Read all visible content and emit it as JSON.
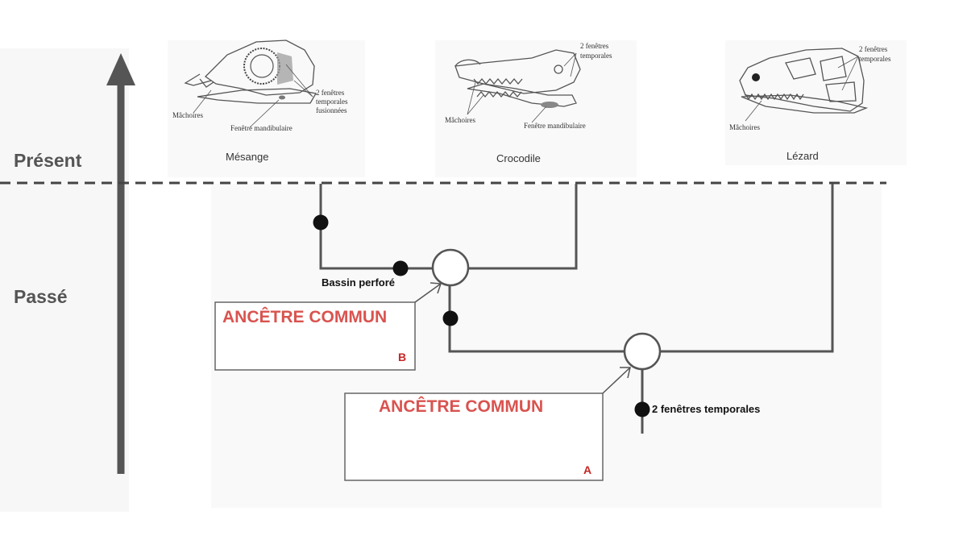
{
  "time_axis": {
    "present_label": "Présent",
    "past_label": "Passé"
  },
  "species": [
    {
      "name": "Mésange",
      "skull_labels": [
        "Mâchoires",
        "Fenêtre mandibulaire",
        "2 fenêtres temporales fusionnées"
      ]
    },
    {
      "name": "Crocodile",
      "skull_labels": [
        "Mâchoires",
        "Fenêtre mandibulaire",
        "2 fenêtres temporales"
      ]
    },
    {
      "name": "Lézard",
      "skull_labels": [
        "Mâchoires",
        "2 fenêtres temporales"
      ]
    }
  ],
  "traits": {
    "pelvis": "Bassin perforé",
    "temporal": "2 fenêtres temporales"
  },
  "ancestors": [
    {
      "title": "ANCÊTRE COMMUN",
      "id": "B"
    },
    {
      "title": "ANCÊTRE COMMUN",
      "id": "A"
    }
  ],
  "colors": {
    "tree": "#555555",
    "ancestor_title": "#d9534f",
    "ancestor_id": "#c62828"
  }
}
